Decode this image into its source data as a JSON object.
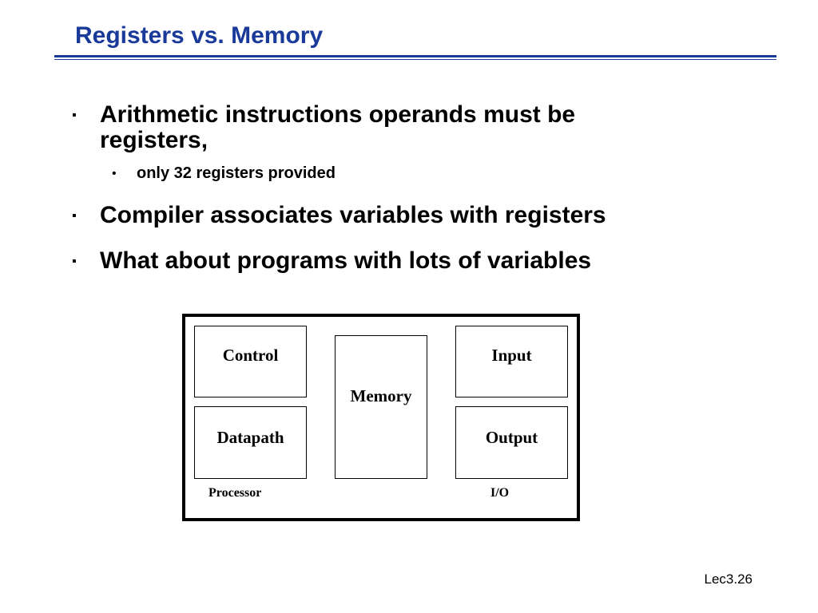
{
  "slide": {
    "title": "Registers vs. Memory",
    "footer": "Lec3.26"
  },
  "bullets": [
    {
      "marker": "▪",
      "lines": [
        "Arithmetic instructions operands must be",
        "registers,"
      ]
    },
    {
      "marker": "▪",
      "lines": [
        "Compiler associates variables with registers"
      ]
    },
    {
      "marker": "▪",
      "lines": [
        "What about programs with lots of variables"
      ]
    }
  ],
  "sub_bullets": [
    {
      "marker": "•",
      "text": "only 32 registers provided"
    }
  ],
  "diagram": {
    "boxes": {
      "control": "Control",
      "datapath": "Datapath",
      "memory": "Memory",
      "input": "Input",
      "output": "Output"
    },
    "group_labels": {
      "processor": "Processor",
      "io": "I/O"
    }
  }
}
